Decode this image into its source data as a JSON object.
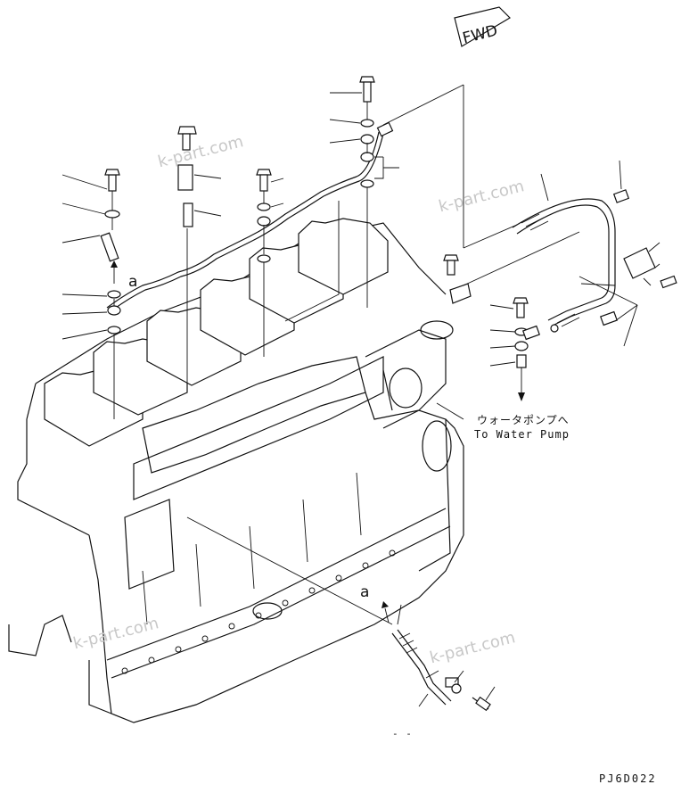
{
  "direction_label": "FWD",
  "destination": {
    "label_ja": "ウォータポンプへ",
    "label_en": "To Water Pump"
  },
  "callouts": [
    "a",
    "a"
  ],
  "watermarks": [
    "k-part.com",
    "k-part.com",
    "k-part.com",
    "k-part.com"
  ],
  "drawing_code": "PJ6D022",
  "partial_label": "- -"
}
